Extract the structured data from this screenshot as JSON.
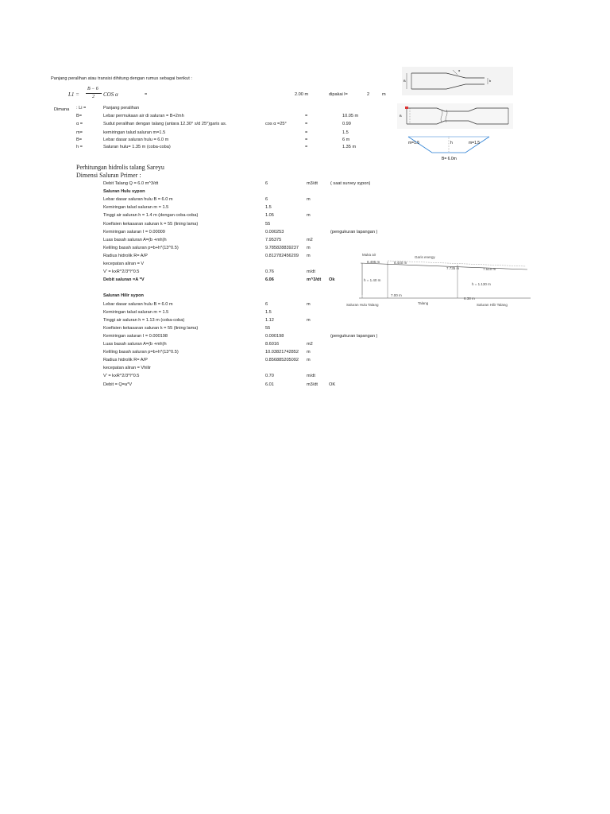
{
  "intro": "Panjang  peralihan atau transisi dihitung dengan rumus sebagai berikut :",
  "formula": {
    "lhs": "L1 =",
    "num": "B − 6",
    "den": "2",
    "cos": "COS α",
    "eq": "=",
    "value": "2.00 m",
    "dipakai": "dipakai l=",
    "dipakai_val": "2",
    "dipakai_unit": "m"
  },
  "defs": {
    "dimana": "Dimana",
    "rows": [
      {
        "sym": ": Li =",
        "desc": "Panjang peralihan",
        "extra": "",
        "eq": "",
        "val": ""
      },
      {
        "sym": "B=",
        "desc": "Lebar permukaan air di saluran = B+2mh",
        "extra": "",
        "eq": "=",
        "val": "10.05 m"
      },
      {
        "sym": "α =",
        "desc": "Sudut peralihan dengan talang (antara 12.30° s/d 25°)garis as.",
        "extra": "cos α =25°",
        "eq": "=",
        "val": "0.99"
      },
      {
        "sym": "m=",
        "desc": "kemiringan talud saluran m=1.5",
        "extra": "",
        "eq": "=",
        "val": "1.5"
      },
      {
        "sym": "B=",
        "desc": "Lebar dasar saluran hulu = 6.0 m",
        "extra": "",
        "eq": "=",
        "val": "6 m"
      },
      {
        "sym": "h =",
        "desc": "Saluran hulu= 1.35 m (coba-coba)",
        "extra": "",
        "eq": "=",
        "val": "1.35 m"
      }
    ]
  },
  "section": {
    "title1": "Perhitungan hidrolis talang Sareyu",
    "title2": "Dimensi Saluran Primer :"
  },
  "calc": [
    {
      "label": "Debit Talang         Q = 6.0 m^3/dt",
      "val": "6",
      "unit": "m3/dt",
      "note": "( saat survey sypon)",
      "bold": false
    },
    {
      "label": "Saluran Hulu sypon",
      "val": "",
      "unit": "",
      "note": "",
      "bold": true
    },
    {
      "label": "Lebar dasar saluran hulu B = 6.0 m",
      "val": "6",
      "unit": "m",
      "note": "",
      "bold": false
    },
    {
      "label": "Kemiringan  talud saluran  m = 1.5",
      "val": "1.5",
      "unit": "",
      "note": "",
      "bold": false
    },
    {
      "label": "Tinggi air saluran h = 1.4 m (dengan coba-coba)",
      "val": "1.05",
      "unit": "m",
      "note": "",
      "bold": false
    },
    {
      "label": "Koefisien kekasaran saluran k = 55 (lining lama)",
      "val": "55",
      "unit": "",
      "note": "",
      "bold": false
    },
    {
      "label": "Kemiringan saluran   I = 0.00009",
      "val": "0.000253",
      "unit": "",
      "note": "(pengukuran lapangan )",
      "bold": false
    },
    {
      "label": "Luas basah saluran A=(b +mh)h",
      "val": "7.95375",
      "unit": "m2",
      "note": "",
      "bold": false
    },
    {
      "label": "Keliling  basah saluran p=b+h*(13^0.5)",
      "val": "9.785828839237",
      "unit": "m",
      "note": "",
      "bold": false
    },
    {
      "label": "Radius hidrolik R= A/P",
      "val": "0.812782456209",
      "unit": "m",
      "note": "",
      "bold": false
    },
    {
      "label": "kecepatan aliran =  V",
      "val": "",
      "unit": "",
      "note": "",
      "bold": false
    },
    {
      "label": "          V' = kxR^2/3*I^0.5",
      "val": "0.76",
      "unit": "m/dt",
      "note": "",
      "bold": false
    },
    {
      "label": "   Debit saluran   =A *V",
      "val": "6.06",
      "unit": "m^3/dt",
      "note": "Ok",
      "bold": true
    },
    {
      "label": "",
      "val": "",
      "unit": "",
      "note": "",
      "bold": false
    },
    {
      "label": "Saluran Hilir sypon",
      "val": "",
      "unit": "",
      "note": "",
      "bold": true
    },
    {
      "label": "Lebar dasar saluran hulu B = 6.0 m",
      "val": "6",
      "unit": "m",
      "note": "",
      "bold": false
    },
    {
      "label": "Kemiringan  talud saluran  m = 1.5",
      "val": "1.5",
      "unit": "",
      "note": "",
      "bold": false
    },
    {
      "label": "Tinggi air saluran h = 1.13 m  (coba-coba)",
      "val": "1.12",
      "unit": "m",
      "note": "",
      "bold": false
    },
    {
      "label": "Koefisien kekasaran saluran k = 55 (lining lama)",
      "val": "55",
      "unit": "",
      "note": "",
      "bold": false
    },
    {
      "label": "Kemiringan saluran   I = 0.000198",
      "val": "0.000198",
      "unit": "",
      "note": "(pengukuran lapangan )",
      "bold": false
    },
    {
      "label": "Luas basah saluran A=(b +mh)h",
      "val": "8.6016",
      "unit": "m2",
      "note": "",
      "bold": false
    },
    {
      "label": "Keliling  basah saluran p=b+h*(13^0.5)",
      "val": "10.03821742852",
      "unit": "m",
      "note": "",
      "bold": false
    },
    {
      "label": "Radius hidrolik R= A/P",
      "val": "0.856885205092",
      "unit": "m",
      "note": "",
      "bold": false
    },
    {
      "label": "kecepatan aliran =  Vhilir",
      "val": "",
      "unit": "",
      "note": "",
      "bold": false
    },
    {
      "label": "          V' = kxR^2/3*I^0.5",
      "val": "0.70",
      "unit": "m/dt",
      "note": "",
      "bold": false
    },
    {
      "label": "   Debit = Q=a*V",
      "val": "6.01",
      "unit": "m3/dt",
      "note": "OK",
      "bold": false
    }
  ],
  "diagrams": {
    "plan_b_left": "B",
    "plan_b_right": "b",
    "plan_alpha": "α",
    "prof_b": "B",
    "cross_m_left": "m=1.5",
    "cross_h": "h",
    "cross_m_right": "m=1.5",
    "cross_b": "B= 6.0m",
    "long_muka": "Muka air",
    "long_garis": "Garis energy",
    "long_v1": "8.495 m",
    "long_v2": "8.440 m",
    "long_v3": "7.735 m",
    "long_v4": "7.510 m",
    "long_h1": "h = 1.40 m",
    "long_h2": "h = 1.130 m",
    "long_bot1": "7.00 m",
    "long_bot2": "6.38 m",
    "long_sec1": "Saluran Hulu Talang",
    "long_sec2": "Talang",
    "long_sec3": "Saluran Hilir Talang"
  }
}
